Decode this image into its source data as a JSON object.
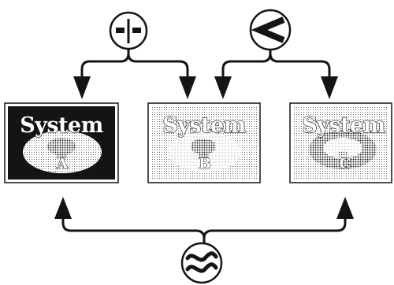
{
  "systems": [
    {
      "word": "System",
      "letter": "A"
    },
    {
      "word": "System",
      "letter": "B"
    },
    {
      "word": "System",
      "letter": "C"
    }
  ],
  "relations": {
    "top_left": {
      "icon": "incompatible-icon"
    },
    "top_right": {
      "icon": "less-than-icon"
    },
    "bottom": {
      "icon": "approximately-equal-icon"
    }
  },
  "colors": {
    "ink": "#141414",
    "paper": "#ffffff",
    "light_fill": "#e6e6e6"
  }
}
